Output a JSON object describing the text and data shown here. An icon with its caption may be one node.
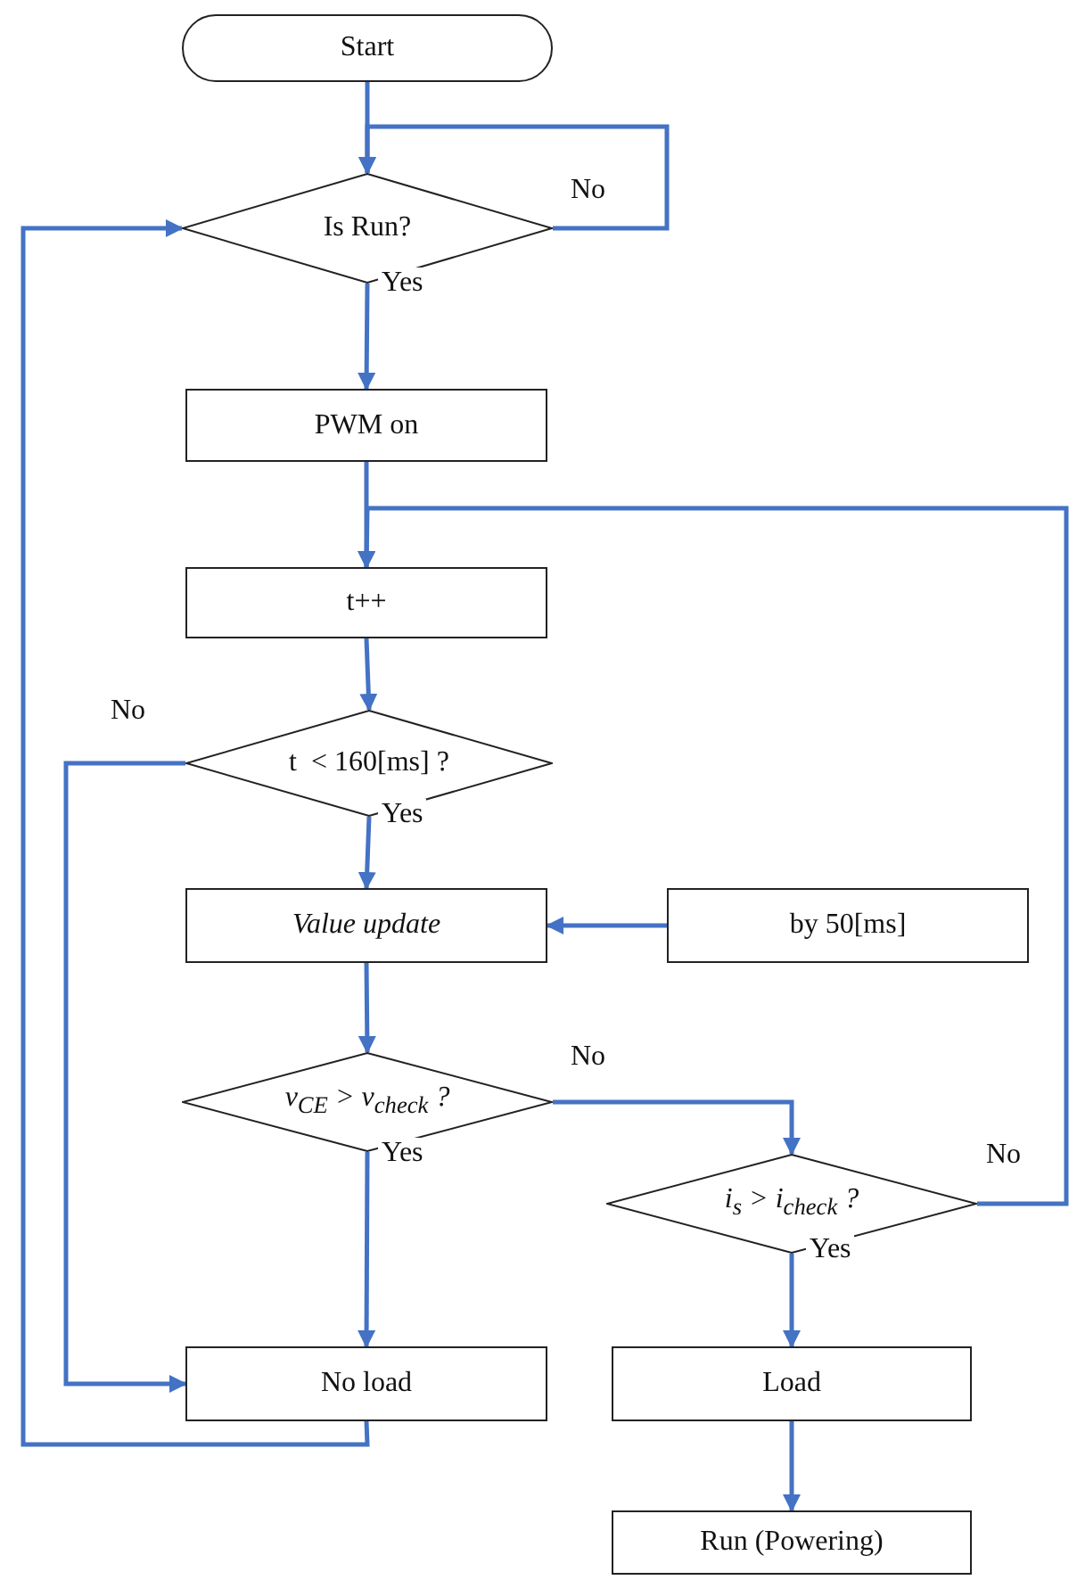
{
  "diagram": {
    "nodes": [
      {
        "text": [
          "Start"
        ]
      },
      {
        "text": [
          "Is Run?"
        ]
      },
      {
        "text": [
          "PWM on"
        ]
      },
      {
        "text": [
          "t++"
        ]
      },
      {
        "text": [
          "t  < 160[ms] ?"
        ]
      },
      {
        "text": [
          "Value update"
        ]
      },
      {
        "text": [
          "by 50[ms]"
        ]
      },
      {
        "text": [
          "v$_{CE}$ > v$_{check}$ ?"
        ]
      },
      {
        "text": [
          "i$_{s}$ > i$_{check}$ ?"
        ]
      },
      {
        "text": [
          "No load"
        ]
      },
      {
        "text": [
          "Load"
        ]
      },
      {
        "text": [
          "Run (Powering)"
        ]
      }
    ],
    "edges": [
      {
        "from": 0,
        "to": 1,
        "arrow": "to"
      },
      {
        "from": 1,
        "to": 1,
        "arrow": "to",
        "label": "No"
      },
      {
        "from": 1,
        "to": 2,
        "arrow": "to",
        "label": "Yes"
      },
      {
        "from": 2,
        "to": 3,
        "arrow": "to"
      },
      {
        "from": 3,
        "to": 4,
        "arrow": "to"
      },
      {
        "from": 4,
        "to": 5,
        "arrow": "to",
        "label": "Yes"
      },
      {
        "from": 4,
        "to": 9,
        "arrow": "to",
        "label": "No"
      },
      {
        "from": 6,
        "to": 5,
        "arrow": "to"
      },
      {
        "from": 5,
        "to": 7,
        "arrow": "to"
      },
      {
        "from": 7,
        "to": 9,
        "arrow": "to",
        "label": "Yes"
      },
      {
        "from": 7,
        "to": 8,
        "arrow": "to",
        "label": "No"
      },
      {
        "from": 8,
        "to": 3,
        "arrow": "to",
        "label": "No"
      },
      {
        "from": 9,
        "to": 1,
        "arrow": "to"
      },
      {
        "from": 8,
        "to": 10,
        "arrow": "to",
        "label": "Yes"
      },
      {
        "from": 10,
        "to": 11,
        "arrow": "to"
      }
    ]
  }
}
